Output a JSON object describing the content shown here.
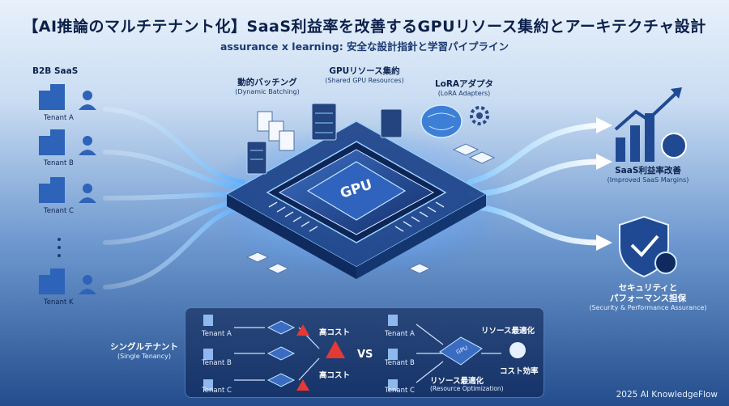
{
  "title": "【AI推論のマルチテナント化】SaaS利益率を改善するGPUリソース集約とアーキテクチャ設計",
  "subtitle": "assurance x learning: 安全な設計指針と学習パイプライン",
  "left": {
    "heading": "B2B SaaS",
    "tenants": [
      "Tenant A",
      "Tenant B",
      "Tenant C",
      "Tenant K"
    ]
  },
  "center": {
    "batching": {
      "label": "動的バッチング",
      "sub": "(Dynamic Batching)"
    },
    "gpu_pool": {
      "label": "GPUリソース集約",
      "sub": "(Shared GPU Resources)"
    },
    "lora": {
      "label": "LoRAアダプタ",
      "sub": "(LoRA Adapters)"
    },
    "chip_label": "GPU"
  },
  "right": {
    "margins": {
      "label": "SaaS利益率改善",
      "sub": "(Improved SaaS Margins)"
    },
    "security": {
      "label_line1": "セキュリティと",
      "label_line2": "パフォーマンス担保",
      "sub": "(Security & Performance Assurance)"
    }
  },
  "comparison": {
    "single": {
      "label": "シングルテナント",
      "sub": "(Single Tenancy)"
    },
    "left_tenants": [
      "Tenant A",
      "Tenant B",
      "Tenant C"
    ],
    "high_cost_top": "高コスト",
    "high_cost_bottom": "高コスト",
    "vs": "VS",
    "right_tenants": [
      "Tenant A",
      "Tenant B",
      "Tenant C"
    ],
    "optimization_top": "リソース最適化",
    "optimization_bottom": "リソース最適化",
    "optimization_sub": "(Resource Optimization)",
    "cost_efficiency": "コスト効率",
    "mini_chip_label": "GPU"
  },
  "footer": {
    "copyright": "2025 AI KnowledgeFlow"
  },
  "colors": {
    "accent": "#3d8bff",
    "glow": "#8fd0ff",
    "warning": "#e53935",
    "dark": "#0b1f4a"
  }
}
